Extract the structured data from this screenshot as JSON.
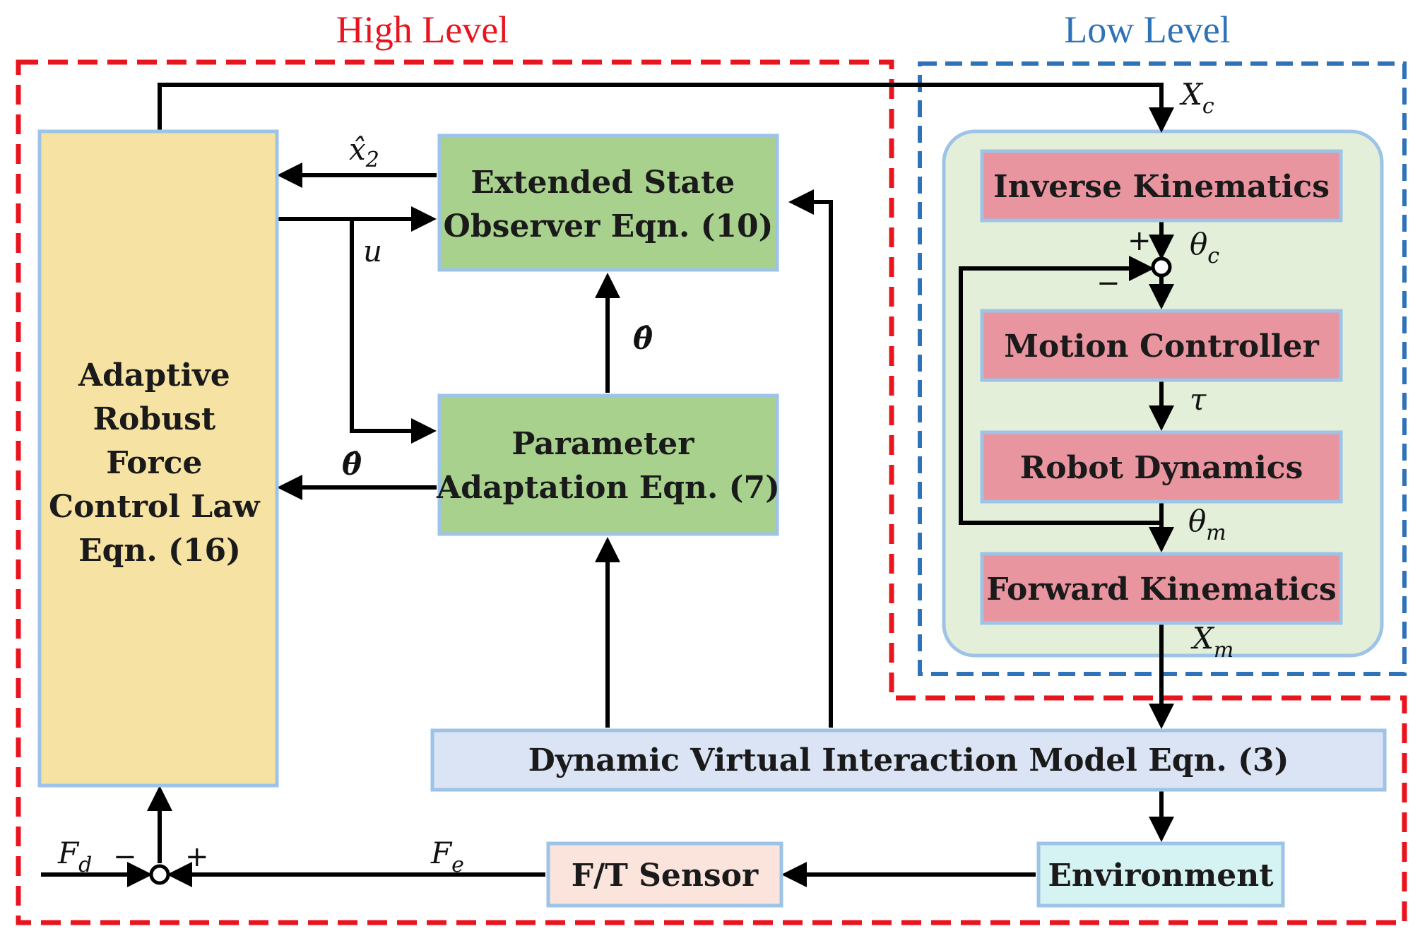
{
  "regions": {
    "high_level": {
      "title": "High Level",
      "color": "#e8141e"
    },
    "low_level": {
      "title": "Low Level",
      "color": "#2e72b8"
    }
  },
  "blocks": {
    "control_law": {
      "lines": [
        "Adaptive",
        "Robust",
        "Force",
        "Control Law",
        "Eqn. (16)"
      ],
      "fill": "#f6e3a3"
    },
    "eso": {
      "lines": [
        "Extended State",
        "Observer Eqn. (10)"
      ],
      "fill": "#a9d18e"
    },
    "param_adapt": {
      "lines": [
        "Parameter",
        "Adaptation Eqn. (7)"
      ],
      "fill": "#a9d18e"
    },
    "inverse_kinematics": {
      "label": "Inverse Kinematics",
      "fill": "#e895a0"
    },
    "motion_controller": {
      "label": "Motion Controller",
      "fill": "#e895a0"
    },
    "robot_dynamics": {
      "label": "Robot Dynamics",
      "fill": "#e895a0"
    },
    "forward_kinematics": {
      "label": "Forward Kinematics",
      "fill": "#e895a0"
    },
    "dvim": {
      "label": "Dynamic Virtual Interaction Model Eqn. (3)",
      "fill": "#dbe4f4"
    },
    "environment": {
      "label": "Environment",
      "fill": "#d6f3f3"
    },
    "ft_sensor": {
      "label": "F/T Sensor",
      "fill": "#fae4dc"
    },
    "robot_panel_fill": "#e3efd9",
    "box_border": "#9dc3e6"
  },
  "signals": {
    "xc": {
      "main": "X",
      "sub": "c"
    },
    "theta_c": {
      "main": "θ",
      "sub": "c"
    },
    "tau": {
      "main": "τ"
    },
    "theta_m": {
      "main": "θ",
      "sub": "m"
    },
    "xm": {
      "main": "X",
      "sub": "m"
    },
    "x2_hat": {
      "main": "x̂",
      "sub": "2"
    },
    "u": {
      "main": "u"
    },
    "theta_hat_up": {
      "main": "θ̂"
    },
    "theta_hat_left": {
      "main": "θ̂"
    },
    "fd": {
      "main": "F",
      "sub": "d"
    },
    "fe": {
      "main": "F",
      "sub": "e"
    }
  },
  "signs": {
    "ll_plus": "+",
    "ll_minus": "−",
    "fd_minus": "−",
    "fe_plus": "+"
  }
}
